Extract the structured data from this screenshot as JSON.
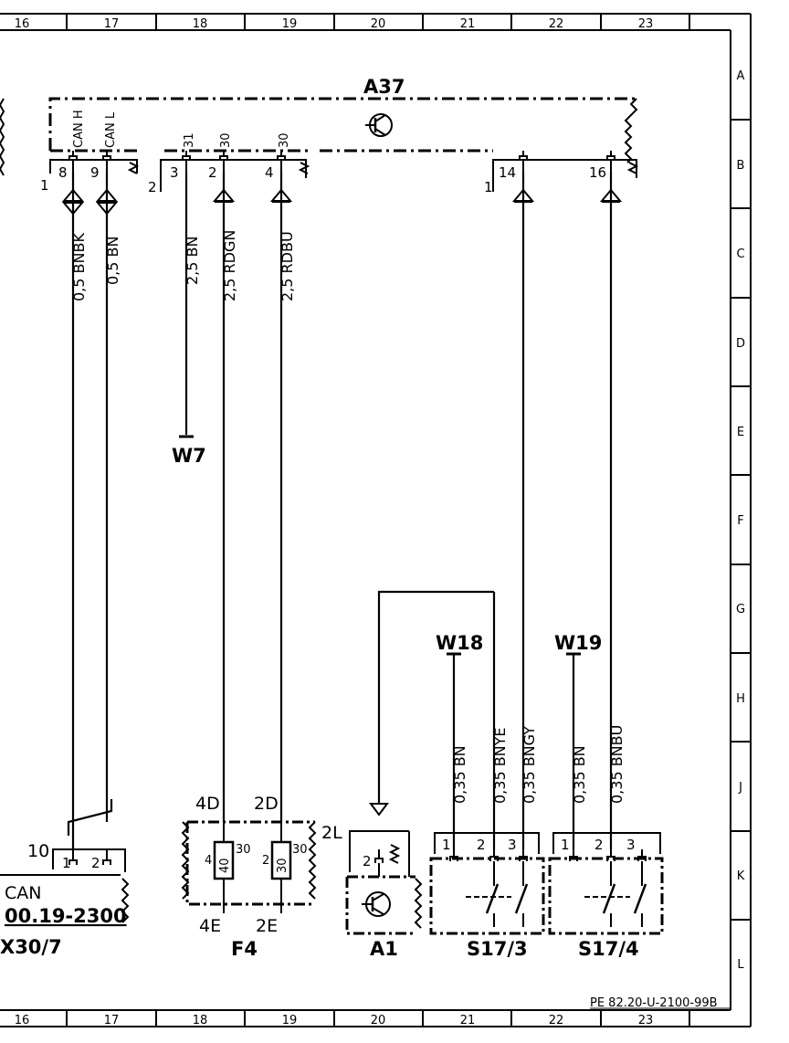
{
  "grid": {
    "columns": [
      "16",
      "17",
      "18",
      "19",
      "20",
      "21",
      "22",
      "23"
    ],
    "rows": [
      "A",
      "B",
      "C",
      "D",
      "E",
      "F",
      "G",
      "H",
      "J",
      "K",
      "L"
    ]
  },
  "components": {
    "a37": "A37",
    "w7": "W7",
    "w18": "W18",
    "w19": "W19",
    "f4": "F4",
    "a1": "A1",
    "s17_3": "S17/3",
    "s17_4": "S17/4",
    "x30_7": "X30/7",
    "can_label": "CAN",
    "can_ref": "00.19-2300"
  },
  "a37_pins": {
    "group1_label": "1",
    "group2_label": "2",
    "group3_label": "1",
    "p8": "8",
    "p9": "9",
    "p3": "3",
    "p2": "2",
    "p4": "4",
    "p14": "14",
    "p16": "16",
    "sig_can_h": "CAN H",
    "sig_can_l": "CAN L",
    "sig_31": "31",
    "sig_30a": "30",
    "sig_30b": "30"
  },
  "wires": {
    "bnbk": "0,5 BNBK",
    "bn05": "0,5 BN",
    "bn25": "2,5 BN",
    "rdgn": "2,5 RDGN",
    "rdbu": "2,5 RDBU",
    "w18_bn": "0,35 BN",
    "bnye": "0,35 BNYE",
    "bngy": "0,35 BNGY",
    "w19_bn": "0,35 BN",
    "bnbu": "0,35 BNBU"
  },
  "fuses": {
    "f4d": "4D",
    "f2d": "2D",
    "f4e": "4E",
    "f2e": "2E",
    "pin4": "4",
    "pin2": "2",
    "pin30a": "30",
    "pin30b": "30",
    "rating40": "40",
    "rating30": "30"
  },
  "connectors": {
    "x30_10": "10",
    "x30_p1": "1",
    "x30_p2": "2",
    "a1_2l": "2L",
    "a1_p2": "2",
    "s173_p1": "1",
    "s173_p2": "2",
    "s173_p3": "3",
    "s174_p1": "1",
    "s174_p2": "2",
    "s174_p3": "3"
  },
  "footer_ref": "PE 82.20-U-2100-99B"
}
